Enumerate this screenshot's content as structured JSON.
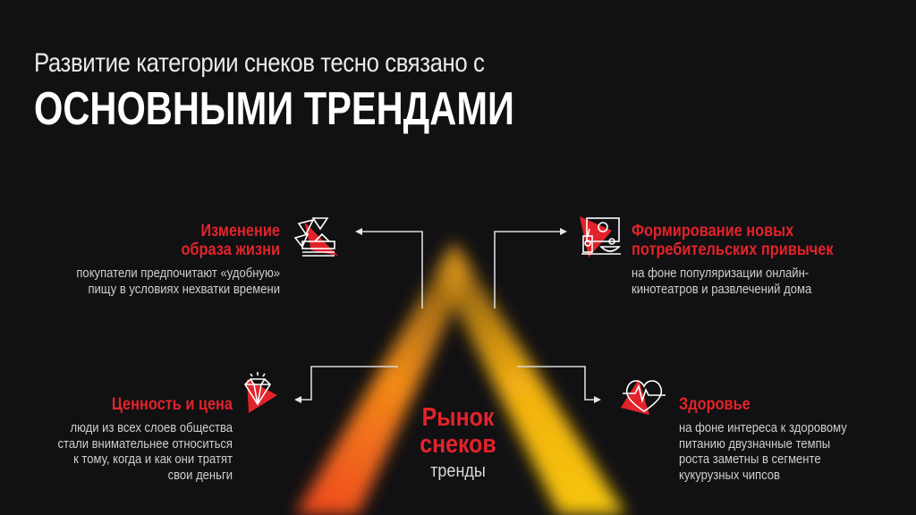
{
  "header": {
    "subtitle": "Развитие категории снеков тесно связано с",
    "title": "ОСНОВНЫМИ ТРЕНДАМИ"
  },
  "center": {
    "title_line1": "Рынок",
    "title_line2": "снеков",
    "subtitle": "тренды"
  },
  "trends": [
    {
      "title_line1": "Изменение",
      "title_line2": "образа жизни",
      "text": [
        "покупатели предпочитают «удобную»",
        "пищу в условиях нехватки времени"
      ],
      "icon": "snacks-plate-icon"
    },
    {
      "title_line1": "Формирование новых",
      "title_line2": "потребительских привычек",
      "text": [
        "на фоне популяризации онлайн-",
        "кинотеатров и развлечений дома"
      ],
      "icon": "home-cinema-icon"
    },
    {
      "title_line1": "Ценность и цена",
      "text": [
        "люди из всех слоев общества",
        "стали внимательнее относиться",
        "к тому, когда и как они тратят",
        "свои деньги"
      ],
      "icon": "diamond-icon"
    },
    {
      "title_line1": "Здоровье",
      "text": [
        "на фоне интереса к здоровому",
        "питанию двузначные темпы",
        "роста заметны в сегменте",
        "кукурузных чипсов"
      ],
      "icon": "heart-pulse-icon"
    }
  ],
  "colors": {
    "background": "#111013",
    "accent_red": "#e2232a",
    "gradient_orange": "#f2581c",
    "gradient_yellow": "#f5c010"
  }
}
